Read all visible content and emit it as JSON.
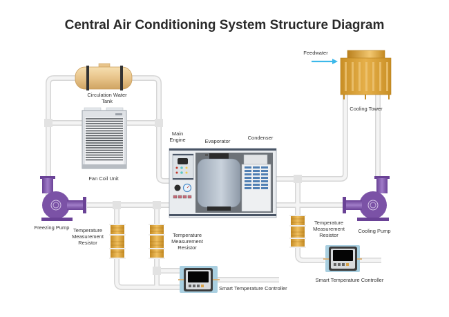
{
  "title": "Central Air Conditioning System Structure Diagram",
  "components": {
    "circulation_tank": {
      "label_line1": "Circulation Water",
      "label_line2": "Tank"
    },
    "fan_coil_unit": {
      "label": "Fan Coil Unit"
    },
    "freezing_pump": {
      "label": "Freezing Pump"
    },
    "main_engine": {
      "label_line1": "Main",
      "label_line2": "Engine"
    },
    "evaporator": {
      "label": "Evaporator"
    },
    "condenser": {
      "label": "Condenser"
    },
    "cooling_tower": {
      "label": "Cooling Tower"
    },
    "feedwater": {
      "label": "Feedwater"
    },
    "cooling_pump": {
      "label": "Cooling Pump"
    },
    "resistor_left": {
      "line1": "Temperature",
      "line2": "Measurement",
      "line3": "Resistor"
    },
    "resistor_mid": {
      "line1": "Temperature",
      "line2": "Measurement",
      "line3": "Resistor"
    },
    "resistor_right": {
      "line1": "Temperature",
      "line2": "Measurement",
      "line3": "Resistor"
    },
    "controller_left": {
      "label": "Smart Temperature Controller"
    },
    "controller_right": {
      "label": "Smart Temperature Controller"
    }
  },
  "colors": {
    "pipe": "#e8e8e8",
    "pipe_edge": "#d0d0d0",
    "pump": "#7b52a6",
    "tower": "#d9a034",
    "tank": "#e8c48a",
    "resistor": "#d9a034",
    "arrow": "#3cb8ea"
  }
}
